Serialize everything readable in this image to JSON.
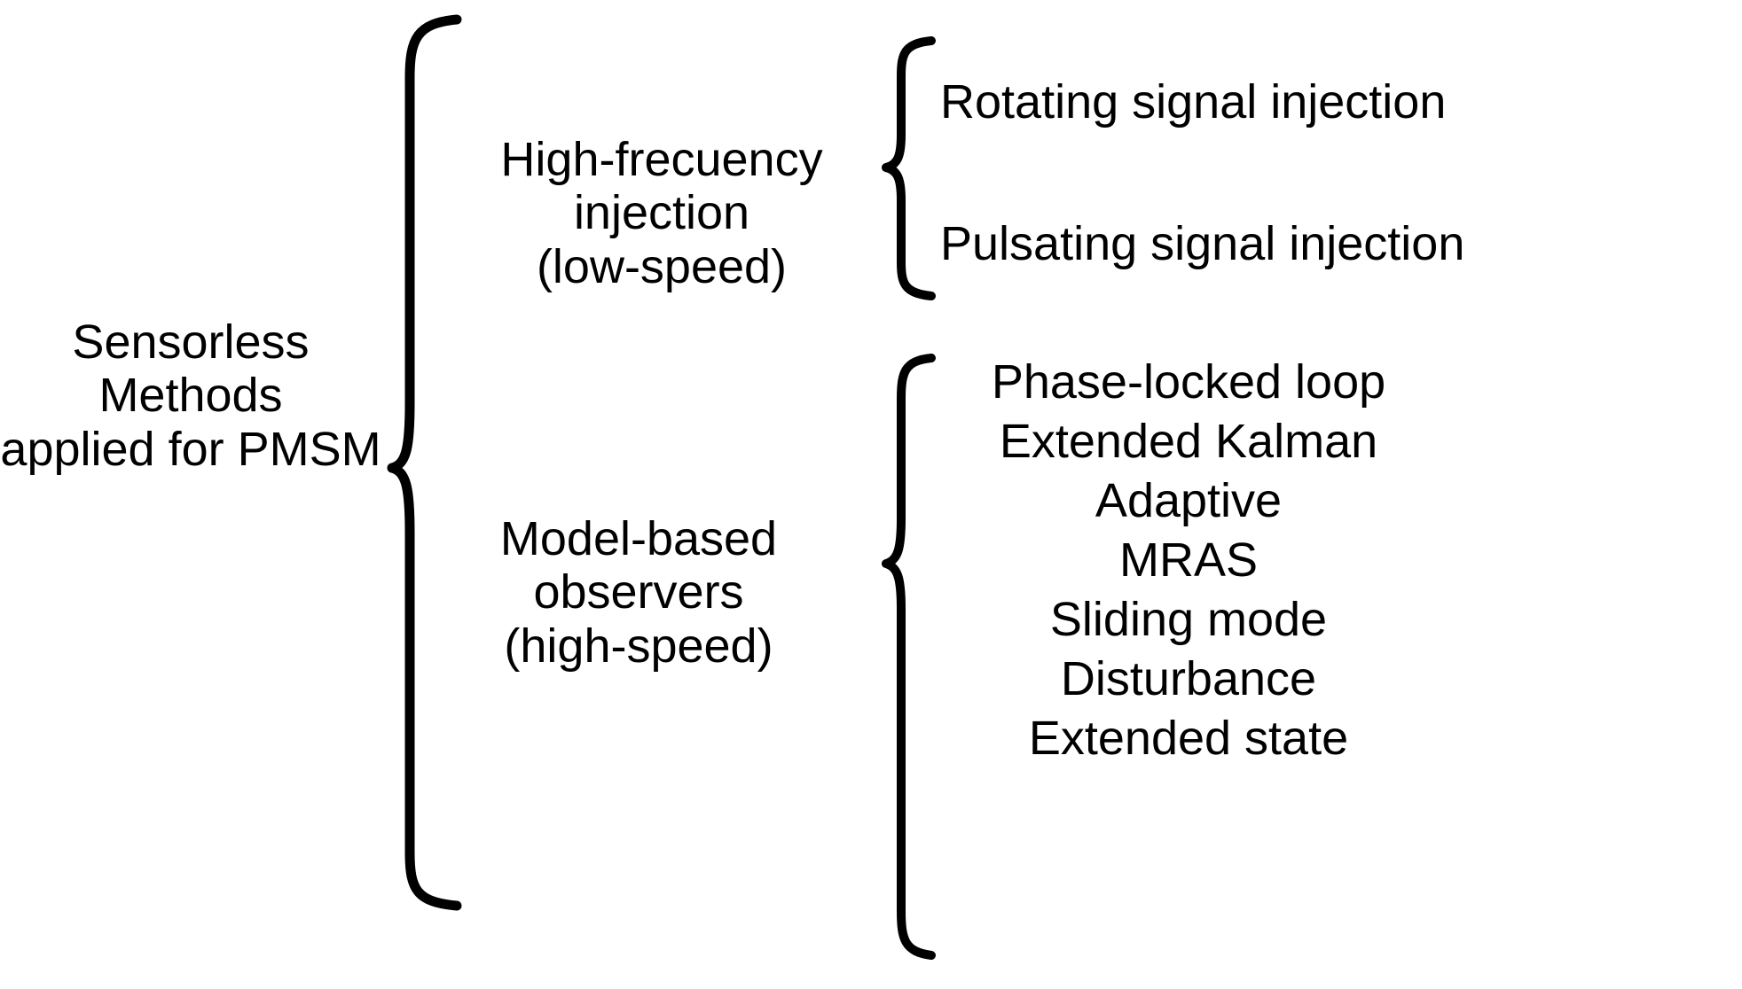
{
  "diagram": {
    "title": "Sensorless Methods applied for PMSM",
    "type": "brace-taxonomy",
    "background_color": "#ffffff",
    "line_color": "#000000",
    "text_color": "#000000"
  },
  "root": {
    "label": "Sensorless Methods\napplied for PMSM"
  },
  "branches": [
    {
      "id": "high-frequency-injection",
      "label": "High-frecuency injection\n(low-speed)",
      "label_line1": "High-frecuency injection",
      "label_line2": "(low-speed)",
      "leaves": [
        "Rotating signal injection",
        "Pulsating signal injection"
      ]
    },
    {
      "id": "model-based-observers",
      "label": "Model-based observers\n(high-speed)",
      "label_line1": "Model-based observers",
      "label_line2": "(high-speed)",
      "leaves": [
        "Phase-locked loop",
        "Extended Kalman",
        "Adaptive",
        "MRAS",
        "Sliding mode",
        "Disturbance",
        "Extended state"
      ]
    }
  ],
  "braces": [
    {
      "id": "root-brace",
      "groups": 2
    },
    {
      "id": "hfi-brace",
      "groups": 2
    },
    {
      "id": "mbo-brace",
      "groups": 7
    }
  ]
}
